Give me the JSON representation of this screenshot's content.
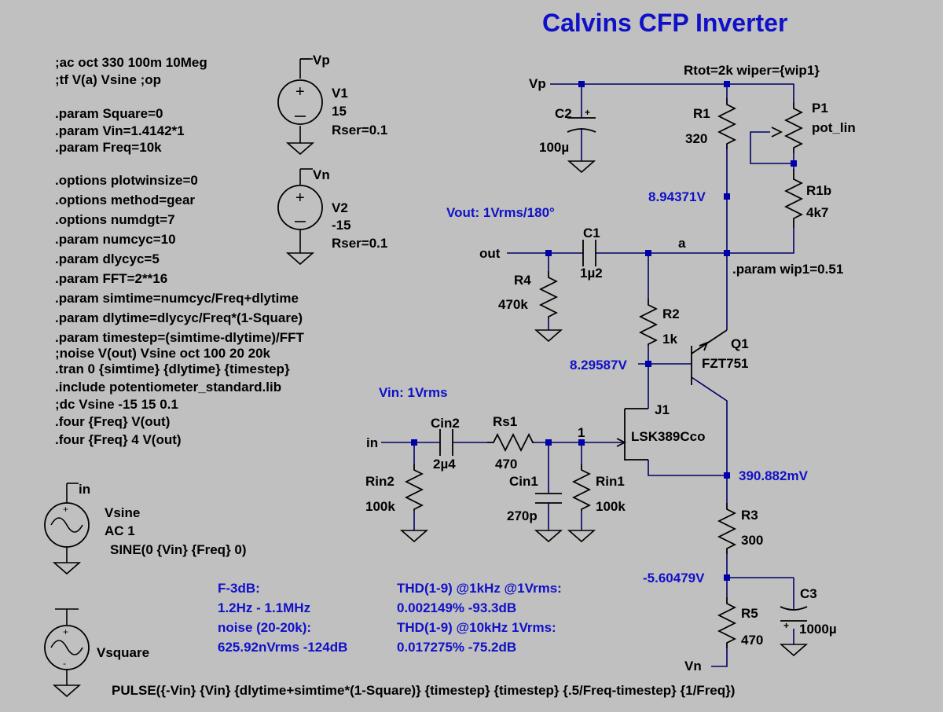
{
  "title": "Calvins CFP Inverter",
  "directives": [
    ";ac oct 330 100m 10Meg",
    ";tf V(a) Vsine           ;op",
    "",
    ".param Square=0",
    ".param Vin=1.4142*1",
    ".param Freq=10k",
    "",
    ".options plotwinsize=0",
    ".options method=gear",
    ".options numdgt=7",
    ".param numcyc=10",
    ".param dlycyc=5",
    ".param FFT=2**16",
    ".param simtime=numcyc/Freq+dlytime",
    ".param dlytime=dlycyc/Freq*(1-Square)",
    ".param timestep=(simtime-dlytime)/FFT",
    ";noise V(out) Vsine oct 100 20 20k",
    ".tran 0 {simtime} {dlytime} {timestep}",
    ".include potentiometer_standard.lib",
    ";dc Vsine -15 15 0.1",
    ".four {Freq} V(out)",
    ".four {Freq} 4 V(out)"
  ],
  "sources": {
    "v1": {
      "net": "Vp",
      "name": "V1",
      "value": "15",
      "rser": "Rser=0.1"
    },
    "v2": {
      "net": "Vn",
      "name": "V2",
      "value": "-15",
      "rser": "Rser=0.1"
    },
    "vsine": {
      "net": "in",
      "name": "Vsine",
      "ac": "AC 1",
      "sine": "SINE(0 {Vin} {Freq} 0)"
    },
    "vsquare": {
      "name": "Vsquare",
      "pulse": "PULSE({-Vin} {Vin} {dlytime+simtime*(1-Square)} {timestep} {timestep} {.5/Freq-timestep} {1/Freq})"
    }
  },
  "nets": {
    "vp": "Vp",
    "vn": "Vn",
    "out": "out",
    "in": "in",
    "a": "a",
    "n1": "1"
  },
  "components": {
    "c2": {
      "name": "C2",
      "value": "100µ",
      "plus": "+"
    },
    "r1": {
      "name": "R1",
      "value": "320"
    },
    "p1": {
      "name": "P1",
      "value": "pot_lin",
      "spec": "Rtot=2k wiper={wip1}"
    },
    "r1b": {
      "name": "R1b",
      "value": "4k7"
    },
    "wip": ".param wip1=0.51",
    "c1": {
      "name": "C1",
      "value": "1µ2"
    },
    "r4": {
      "name": "R4",
      "value": "470k"
    },
    "r2": {
      "name": "R2",
      "value": "1k"
    },
    "q1": {
      "name": "Q1",
      "value": "FZT751"
    },
    "j1": {
      "name": "J1",
      "value": "LSK389Cco"
    },
    "cin2": {
      "name": "Cin2",
      "value": "2µ4"
    },
    "rs1": {
      "name": "Rs1",
      "value": "470"
    },
    "cin1": {
      "name": "Cin1",
      "value": "270p"
    },
    "rin2": {
      "name": "Rin2",
      "value": "100k"
    },
    "rin1": {
      "name": "Rin1",
      "value": "100k"
    },
    "r3": {
      "name": "R3",
      "value": "300"
    },
    "r5": {
      "name": "R5",
      "value": "470"
    },
    "c3": {
      "name": "C3",
      "value": "1000µ",
      "plus": "+"
    }
  },
  "probes": {
    "vout": "Vout: 1Vrms/180°",
    "vin": "Vin: 1Vrms",
    "v1": "8.94371V",
    "v2": "8.29587V",
    "v3": "390.882mV",
    "v4": "-5.60479V"
  },
  "results": {
    "left": [
      "F-3dB:",
      "1.2Hz - 1.1MHz",
      "noise (20-20k):",
      "625.92nVrms  -124dB"
    ],
    "right": [
      "THD(1-9) @1kHz @1Vrms:",
      "0.002149%  -93.3dB",
      "THD(1-9) @10kHz 1Vrms:",
      "0.017275%  -75.2dB"
    ]
  }
}
